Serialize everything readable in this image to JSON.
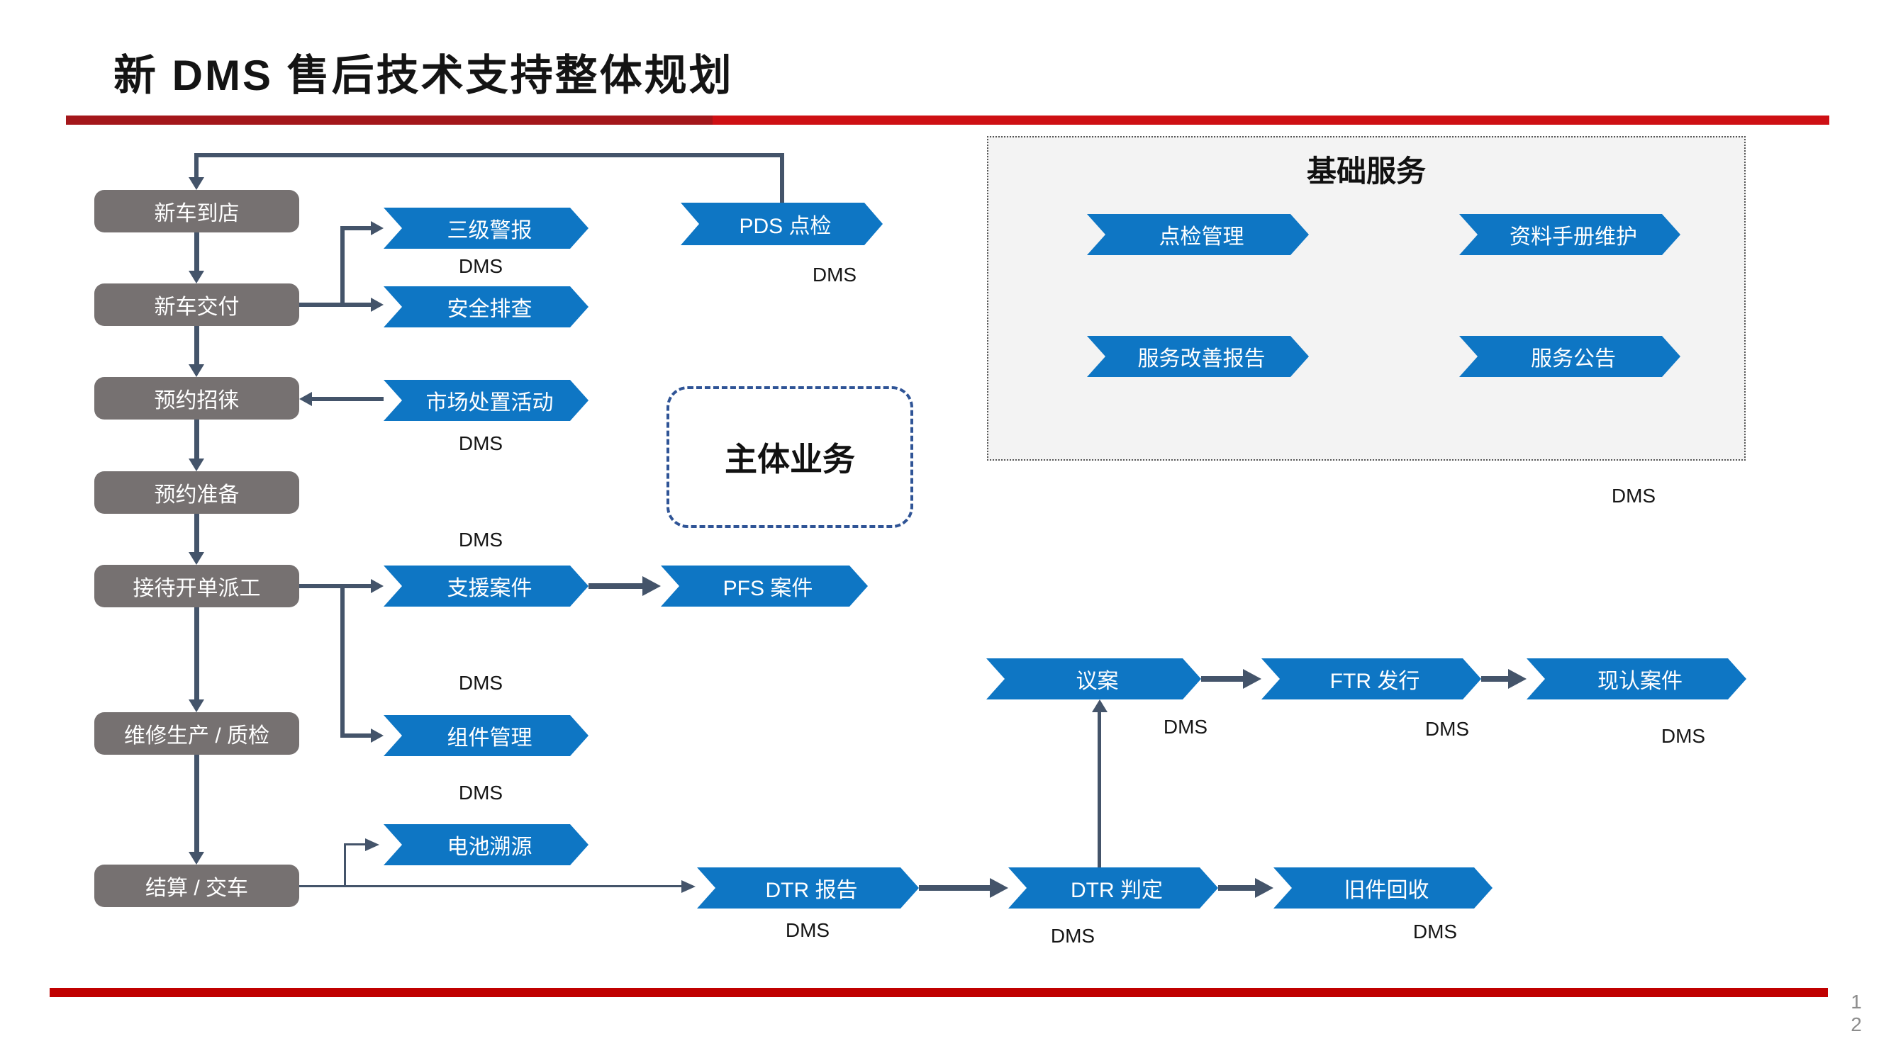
{
  "slide": {
    "title": "新 DMS 售后技术支持整体规划",
    "page_number_line1": "1",
    "page_number_line2": "2"
  },
  "labels": {
    "dms": "DMS"
  },
  "flow_steps": [
    "新车到店",
    "新车交付",
    "预约招徕",
    "预约准备",
    "接待开单派工",
    "维修生产 / 质检",
    "结算 / 交车"
  ],
  "process_chevrons": {
    "three_level_alarm": "三级警报",
    "safety_check": "安全排查",
    "pds_inspection": "PDS 点检",
    "market_disposal": "市场处置活动",
    "support_case": "支援案件",
    "pfs_case": "PFS 案件",
    "component_management": "组件管理",
    "battery_traceability": "电池溯源",
    "proposal": "议案",
    "ftr_release": "FTR 发行",
    "confirmed_case": "现认案件",
    "dtr_report": "DTR 报告",
    "dtr_judgment": "DTR 判定",
    "old_parts_recycling": "旧件回收"
  },
  "main_business": {
    "label": "主体业务"
  },
  "base_services": {
    "title": "基础服务",
    "items": [
      "点检管理",
      "资料手册维护",
      "服务改善报告",
      "服务公告"
    ]
  },
  "colors": {
    "accent_red": "#C00000",
    "chevron_blue": "#0E76C4",
    "step_gray": "#767171",
    "connector_slate": "#44546A",
    "panel_bg": "#F3F3F3",
    "dashed_border_blue": "#2F5496"
  }
}
